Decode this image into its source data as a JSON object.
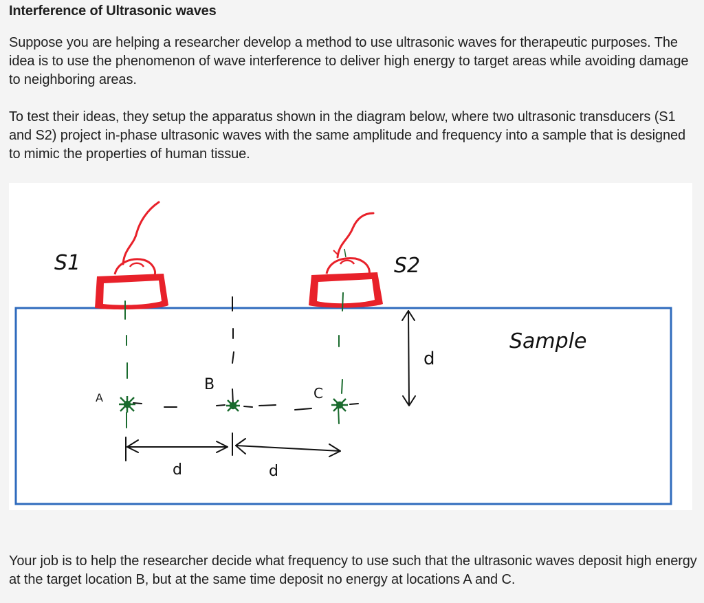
{
  "title": "Interference of Ultrasonic waves",
  "paragraphs": [
    "Suppose you are helping a researcher develop a method to use ultrasonic waves for therapeutic purposes. The idea is to use the phenomenon of wave interference to deliver high energy to target areas while avoiding damage to neighboring areas.",
    "To test their ideas, they setup the apparatus shown in the diagram below, where two ultrasonic transducers (S1 and S2) project in-phase ultrasonic waves with the same amplitude and frequency into a sample that is designed to mimic the properties of human tissue.",
    "Your job is to help the researcher decide what frequency to use such that the ultrasonic waves deposit high energy at the target location B, but at the same time deposit no energy at locations A and C."
  ],
  "diagram": {
    "source_labels": [
      "S1",
      "S2"
    ],
    "point_labels": [
      "A",
      "B",
      "C"
    ],
    "distance_label": "d",
    "sample_label": "Sample",
    "colors": {
      "transducer": "#e8212a",
      "sample_border": "#2f6bbd",
      "point": "#1a6b2e",
      "ink": "#111111"
    }
  }
}
